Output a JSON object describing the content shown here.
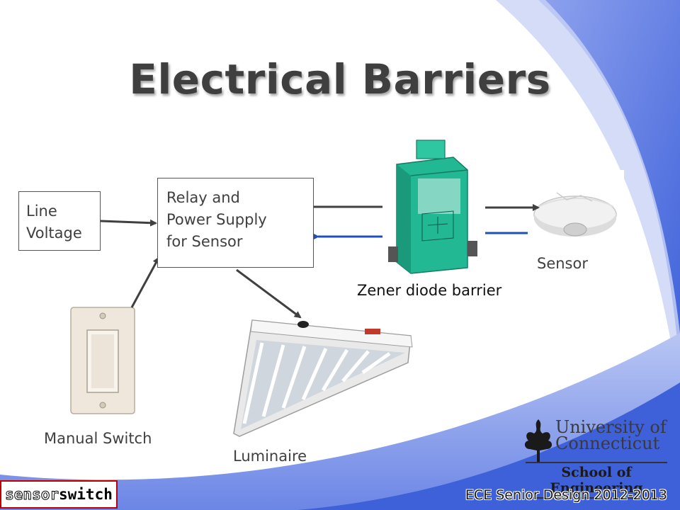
{
  "title": "Electrical Barriers",
  "blocks": {
    "line_voltage": [
      "Line",
      "Voltage"
    ],
    "relay": [
      "Relay and",
      "Power Supply",
      "for Sensor"
    ]
  },
  "labels": {
    "sensor": "Sensor",
    "zener": "Zener diode barrier",
    "manual_switch": "Manual Switch",
    "luminaire": "Luminaire"
  },
  "footer": {
    "course": "ECE Senior Design 2012-2013",
    "brand_light": "sensor",
    "brand_bold": "switch",
    "uconn_line1": "University of",
    "uconn_line2": "Connecticut",
    "school": "School of Engineering"
  },
  "colors": {
    "background_blue": "#4f6fe0",
    "arrow_dark": "#404040",
    "arrow_blue": "#1f4fbf",
    "barrier_green": "#22b38f"
  }
}
